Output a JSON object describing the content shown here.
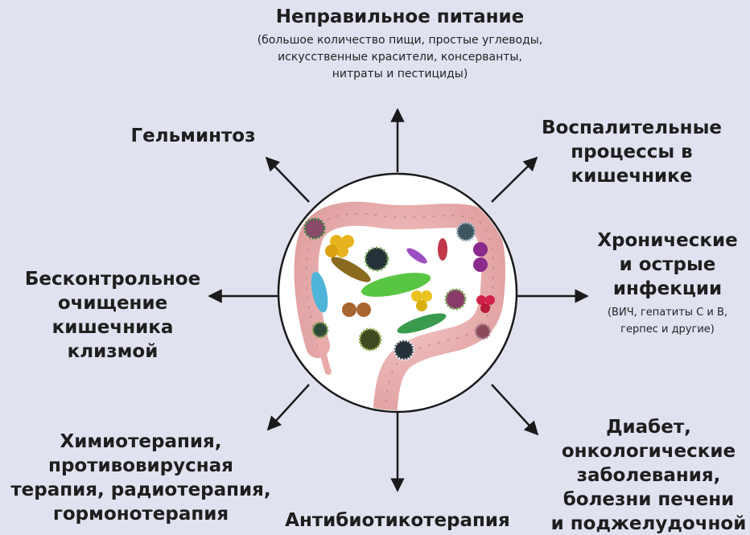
{
  "causes": {
    "top": {
      "title": "Неправильное питание",
      "subtitle": "(большое количество пищи, простые углеводы,\nискусственные красители, консерванты,\nнитраты и пестициды)"
    },
    "top_left": {
      "title": "Гельминтоз"
    },
    "top_right": {
      "title": "Воспалительные\nпроцессы в\nкишечнике"
    },
    "left": {
      "title": "Бесконтрольное\nочищение\nкишечника\nклизмой"
    },
    "right": {
      "title": "Хронические\nи острые\nинфекции",
      "subtitle": "(ВИЧ, гепатиты С и В,\nгерпес и другие)"
    },
    "bottom_left": {
      "title": "Химиотерапия,\nпротивовирусная\nтерапия, радиотерапия,\nгормонотерапия"
    },
    "bottom": {
      "title": "Антибиотикотерапия"
    },
    "bottom_right": {
      "title": "Диабет,\nонкологические\nзаболевания,\nболезни печени\nи поджелудочной\nжелезы"
    }
  },
  "colors": {
    "background": "#e1e2f0",
    "arrow": "#1a1a1a",
    "intestine": "#eeb4b4",
    "circle_fill": "#ffffff"
  }
}
